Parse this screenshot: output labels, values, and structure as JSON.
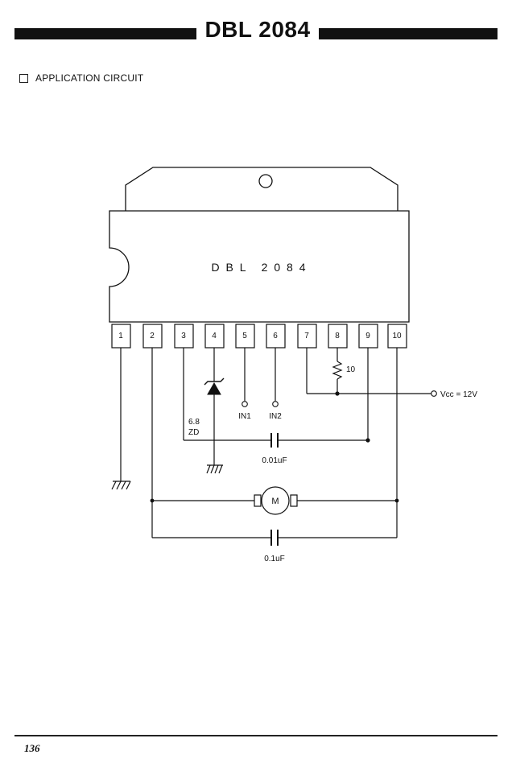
{
  "header": {
    "title": "DBL 2084"
  },
  "section": {
    "title": "APPLICATION CIRCUIT"
  },
  "ic": {
    "label": "D B L   2 0 8 4",
    "pins": [
      "1",
      "2",
      "3",
      "4",
      "5",
      "6",
      "7",
      "8",
      "9",
      "10"
    ]
  },
  "labels": {
    "zener": [
      "6.8",
      "ZD"
    ],
    "in1": "IN1",
    "in2": "IN2",
    "resistor": "10",
    "vcc": "Vcc = 12V",
    "cap_small": "0.01uF",
    "cap_motor": "0.1uF",
    "motor": "M"
  },
  "footer": {
    "page": "136"
  }
}
